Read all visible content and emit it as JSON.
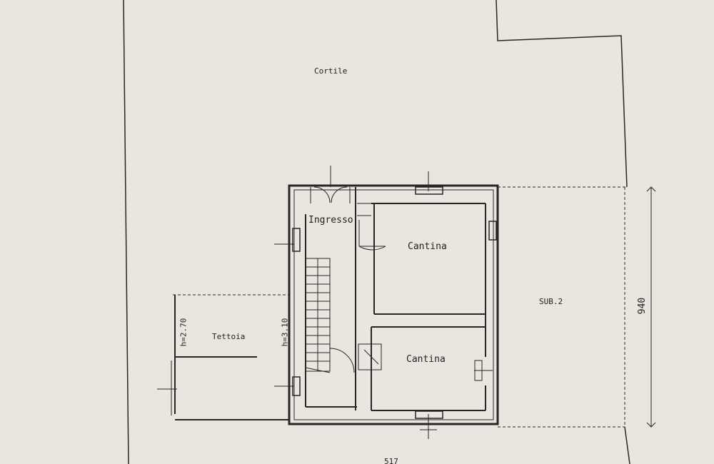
{
  "labels": {
    "cortile": "Cortile",
    "ingresso": "Ingresso",
    "cantina_upper": "Cantina",
    "cantina_lower": "Cantina",
    "tettoia": "Tettoia",
    "sub2": "SUB.2",
    "height_tettoia": "h=2.70",
    "height_stair": "h=3.10",
    "dimension": "940",
    "bottom_cut": "517"
  }
}
